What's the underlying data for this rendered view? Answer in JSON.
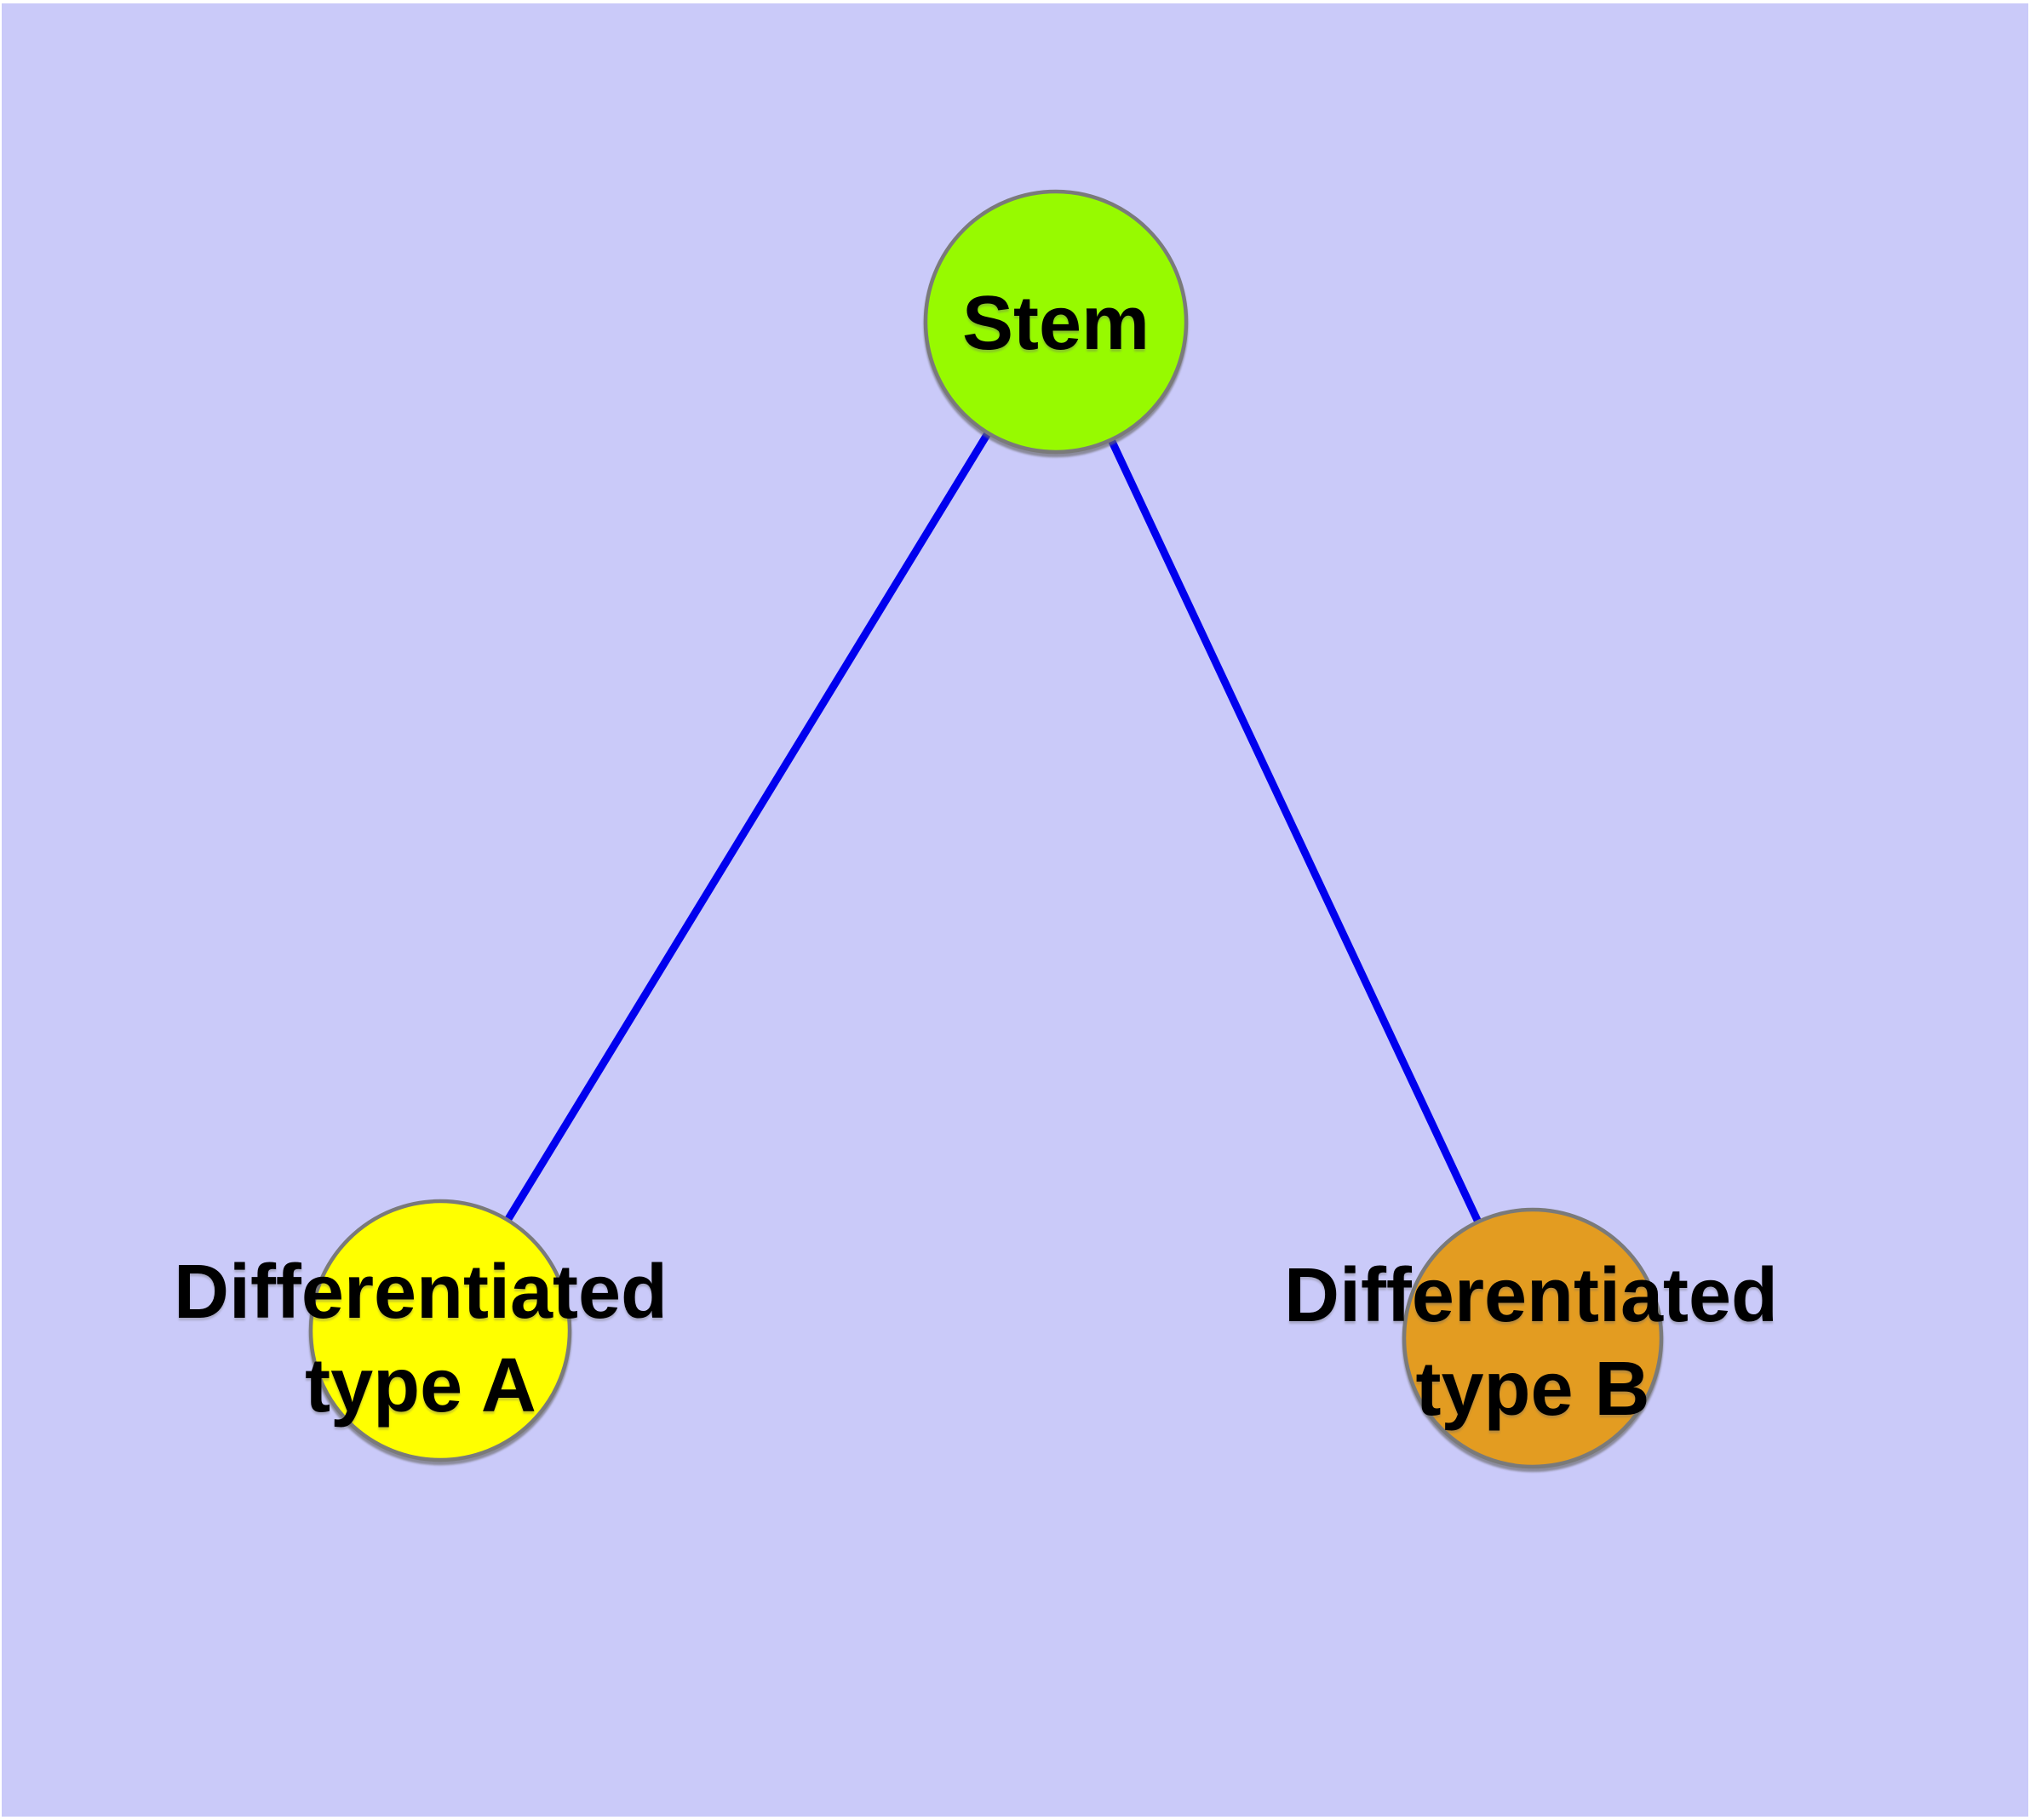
{
  "figure": {
    "background_color": "#CACAF9",
    "margin_color": "#FFFFFF"
  },
  "node_style": {
    "border_color": "#7A7A7A",
    "label_color": "#000000"
  },
  "edge_style": {
    "color": "#0000EE"
  },
  "nodes": {
    "stem": {
      "label": "Stem",
      "fill_color": "#97FA00"
    },
    "type_a": {
      "label_line1": "Differentiated",
      "label_line2": "type A",
      "fill_color": "#FFFF00"
    },
    "type_b": {
      "label_line1": "Differentiated",
      "label_line2": "type B",
      "fill_color": "#E39C21"
    }
  },
  "edges": [
    {
      "from": "Stem",
      "to": "Differentiated type A"
    },
    {
      "from": "Stem",
      "to": "Differentiated type B"
    }
  ]
}
